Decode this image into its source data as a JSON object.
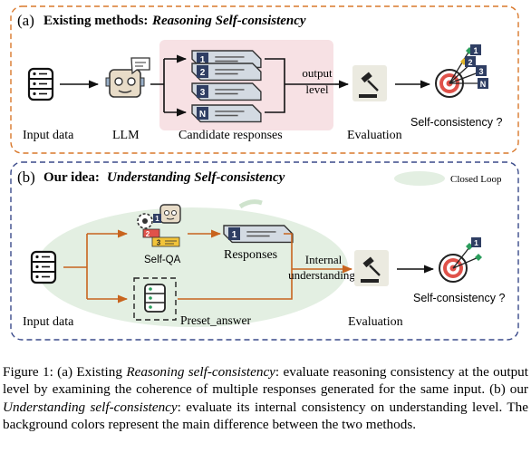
{
  "panel_a": {
    "letter": "(a)",
    "title_bold": "Existing methods:",
    "title_italic": "Reasoning Self-consistency",
    "input_label": "Input data",
    "llm_label": "LLM",
    "candidates_label": "Candidate responses",
    "candidate_tags": [
      "1",
      "2",
      "3",
      "N"
    ],
    "ellipsis": "...",
    "arrow_label_line1": "output",
    "arrow_label_line2": "level",
    "evaluation_label": "Evaluation",
    "target_tags": [
      "1",
      "2",
      "3",
      "N"
    ],
    "result_label": "Self-consistency ?"
  },
  "panel_b": {
    "letter": "(b)",
    "title_bold": "Our idea:",
    "title_italic": "Understanding Self-consistency",
    "legend_label": "Closed Loop",
    "input_label": "Input data",
    "selfqa_label": "Self-QA",
    "selfqa_tags": [
      "1",
      "2",
      "3"
    ],
    "responses_label": "Responses",
    "responses_tag": "1",
    "preset_label": "Preset_answer",
    "arrow_label_line1": "Internal",
    "arrow_label_line2": "understanding",
    "evaluation_label": "Evaluation",
    "target_tags": [
      "1"
    ],
    "result_label": "Self-consistency ?"
  },
  "caption": {
    "prefix": "Figure 1: (a) Existing ",
    "italic1": "Reasoning self-consistency",
    "mid1": ": evaluate reasoning consistency at the output level by examining the coherence of multiple responses generated for the same input. (b) our ",
    "italic2": "Understanding self-consistency",
    "suffix": ": evaluate its internal consistency on understanding level. The background colors represent the main difference between the two methods."
  },
  "colors": {
    "panel_a_border": "#d9782b",
    "panel_b_border": "#3a4a8a",
    "pink_bg": "#f7e1e4",
    "green_bg": "#e3efe2",
    "arrow_orange": "#c8641e",
    "doc_fill": "#d3dae2",
    "tag_navy": "#2f3e63"
  }
}
